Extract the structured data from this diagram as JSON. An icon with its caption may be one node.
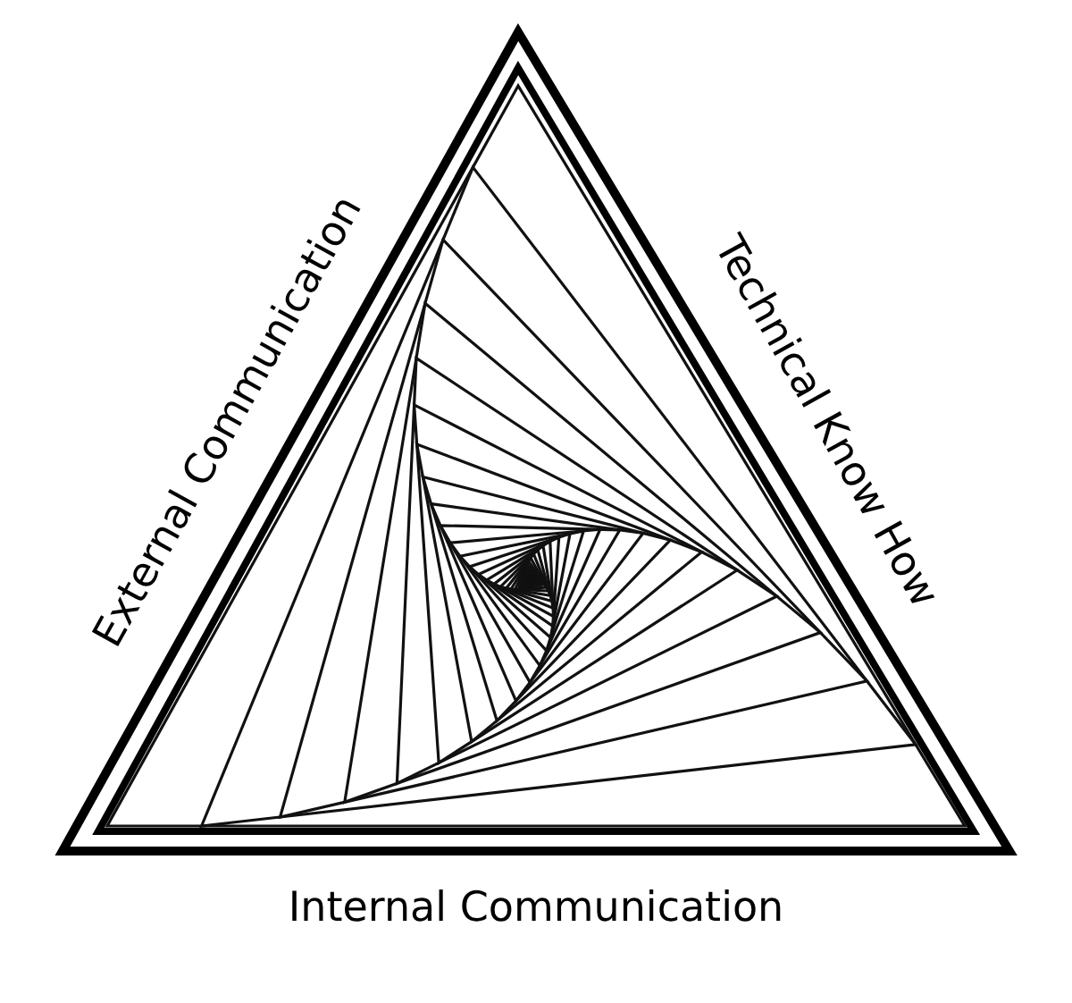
{
  "diagram": {
    "labels": [
      "External Communication",
      "Technical Know How",
      "Internal Communication"
    ]
  }
}
